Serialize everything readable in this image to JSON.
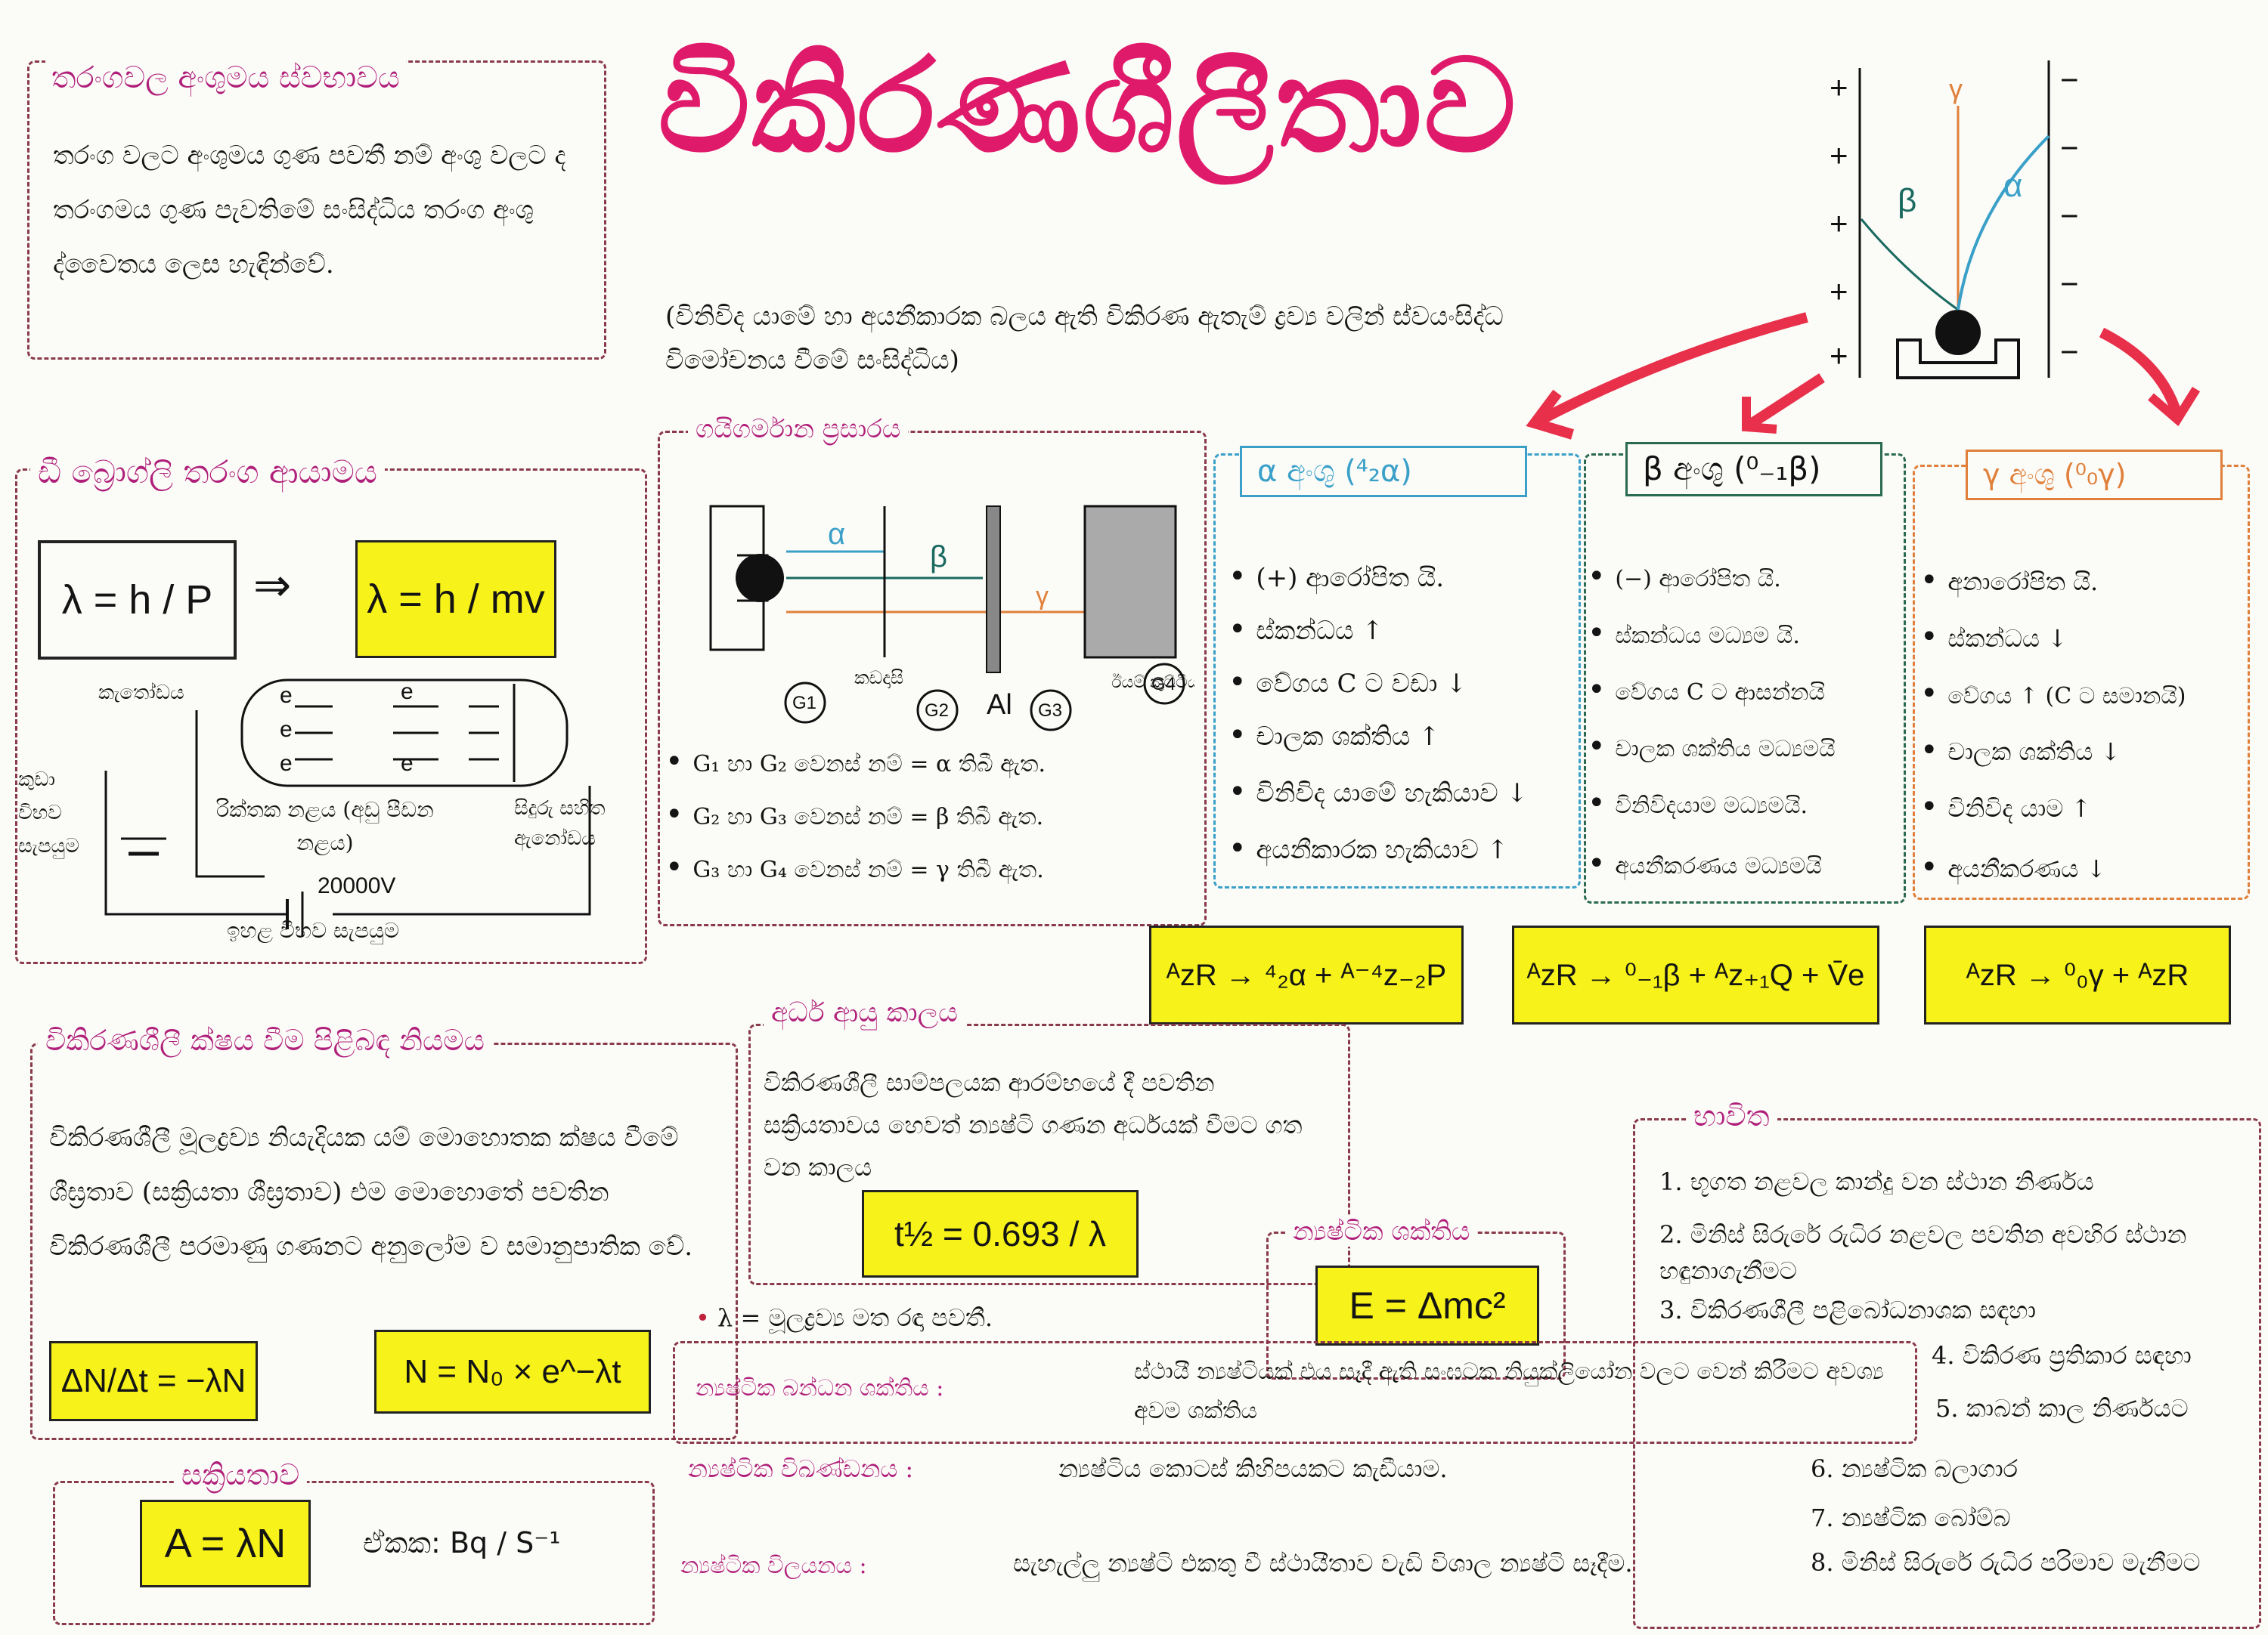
{
  "title": "විකිරණශීලීතාව",
  "subtitle": "(විනිවිද යාමේ හා අයනීකාරක බලය ඇති විකිරණ ඇතැම් ද්‍රව්‍ය වලින් ස්වයංසිද්ධ විමෝචනය වීමේ සංසිද්ධිය)",
  "wave_particle": {
    "heading": "තරංගවල අංශුමය ස්වභාවය",
    "text": "තරංග වලට අංශුමය ගුණ පවතී නම් අංශු වලට ද තරංගමය ගුණ පැවතිමේ සංසිද්ධිය තරංග අංශු ද්වෛතය ලෙස හැඳින්වේ."
  },
  "de_broglie": {
    "heading": "ඩී බ්‍රොග්ලි තරංග ආයාමය",
    "formula1": "λ = h / P",
    "formula2": "λ = h / mv",
    "arrow": "⇒",
    "labels": {
      "cathode": "කැතෝඩය",
      "low_voltage": "කුඩා විභව සැපයුම",
      "tube": "රික්තක නළය (අඩු පීඩන නළය)",
      "screen": "සිදුරු සහිත ඇනෝඩය",
      "voltage": "20000V",
      "high_voltage": "ඉහළ විභව සැපයුම",
      "electron": "e"
    }
  },
  "geiger": {
    "heading": "ගයිගර්මාන ප්‍රසාරය",
    "labels": {
      "alpha": "α",
      "beta": "β",
      "gamma": "γ",
      "paper": "කඩදාසි",
      "al": "Al",
      "lead": "ඊයම් කුට්ටිය",
      "g1": "G1",
      "g2": "G2",
      "g3": "G3",
      "g4": "G4"
    },
    "points": [
      "G₁ හා G₂ වෙනස් නම් = α තිබී ඇත.",
      "G₂ හා G₃ වෙනස් නම් = β තිබී ඇත.",
      "G₃ හා G₄ වෙනස් නම් = γ තිබී ඇත."
    ]
  },
  "field_diagram": {
    "plus": "+",
    "minus": "−",
    "alpha": "α",
    "beta": "β",
    "gamma": "γ"
  },
  "alpha": {
    "heading": "α අංශු (⁴₂α)",
    "items": [
      "(+) ආරෝපිත යි.",
      "ස්කන්ධය ↑",
      "වේගය C ට වඩා ↓",
      "චාලක ශක්තිය ↑",
      "විනිවිද යාමේ හැකියාව ↓",
      "අයනීකාරක හැකියාව ↑"
    ],
    "equation": "ᴬzR → ⁴₂α + ᴬ⁻⁴z₋₂P"
  },
  "beta": {
    "heading": "β අංශු (⁰₋₁β)",
    "items": [
      "(−) ආරෝපිත යි.",
      "ස්කන්ධය මධ්‍යම යි.",
      "වේගය C ට ආසන්නයි",
      "චාලක ශක්තිය මධ්‍යමයි",
      "විනිවිදයාම මධ්‍යමයි.",
      "අයනීකරණය මධ්‍යමයි"
    ],
    "equation": "ᴬzR → ⁰₋₁β + ᴬz₊₁Q + V̄e"
  },
  "gamma": {
    "heading": "γ අංශු (⁰₀γ)",
    "items": [
      "අනාරෝපිත යි.",
      "ස්කන්ධය ↓",
      "වේගය ↑ (C ට සමානයි)",
      "චාලක ශක්තිය ↓",
      "විනිවිද යාම ↑",
      "අයනීකරණය ↓"
    ],
    "equation": "ᴬzR → ⁰₀γ + ᴬzR"
  },
  "decay_law": {
    "heading": "විකිරණශීලී ක්ෂය වීම පිළිබඳ නියමය",
    "text": "විකිරණශීලී මූලද්‍රව්‍ය නියැදියක යම් මොහොතක ක්ෂය වීමේ ශීඝ්‍රතාව (සක්‍රියතා ශීඝ්‍රතාව) එම මොහොතේ පවතින විකිරණශීලී පරමාණු ගණනට අනුලෝම ව සමානුපාතික වේ.",
    "formula1": "ΔN/Δt = −λN",
    "formula2": "N = N₀ × e^−λt"
  },
  "half_life": {
    "heading": "අර්ධ ආයු කාලය",
    "text": "විකිරණශීලී සාම්පලයක ආරම්භයේ දී පවතින සක්‍රියතාවය හෙවත් න්‍යෂ්ටි ගණන අර්ධයක් වීමට ගත වන කාලය",
    "formula": "t½ = 0.693 / λ",
    "note": "λ = මූලද්‍රව්‍ය මත රඳා පවතී."
  },
  "activity": {
    "heading": "සක්‍රියතාව",
    "formula": "A = λN",
    "unit": "ඒකක: Bq / S⁻¹"
  },
  "nuclear_energy": {
    "heading": "න්‍යෂ්ටික ශක්තිය",
    "formula": "E = Δmc²"
  },
  "definitions": [
    {
      "term": "න්‍යෂ්ටික බන්ධන ශක්තිය :",
      "text": "ස්ථායී න්‍යෂ්ටියක් එය සෑදී ඇති සංඝටක නියුක්ලියෝන වලට වෙන් කිරීමට අවශ්‍ය අවම ශක්තිය"
    },
    {
      "term": "න්‍යෂ්ටික විඛණ්ඩනය :",
      "text": "න්‍යෂ්ටිය කොටස් කිහිපයකට කැඩීයාම."
    },
    {
      "term": "න්‍යෂ්ටික විලයනය :",
      "text": "සැහැල්ලු න්‍යෂ්ටි එකතු වී ස්ථායීතාව වැඩි විශාල න්‍යෂ්ටි සෑදීම."
    }
  ],
  "uses": {
    "heading": "භාවිත",
    "items": [
      "1. භූගත නළවල කාන්දු වන ස්ථාන නිර්ණය",
      "2. මිනිස් සිරුරේ රුධිර නළවල පවතින අවහිර ස්ථාන හඳුනාගැනීමට",
      "3. විකිරණශීලී පළිබෝධනාශක සඳහා",
      "4. විකිරණ ප්‍රතිකාර සඳහා",
      "5. කාබන් කාල නිර්ණයට",
      "6. න්‍යෂ්ටික බලාගාර",
      "7. න්‍යෂ්ටික බෝම්බ",
      "8. මිනිස් සිරුරේ රුධිර පරිමාව මැනීමට"
    ]
  },
  "colors": {
    "title": "#e01a6a",
    "heading": "#b0207a",
    "highlight": "#f6f21a",
    "arrow": "#e8304a",
    "alpha_box": "#3aa0c8",
    "beta_box": "#2a6a50",
    "gamma_box": "#e0803a"
  }
}
